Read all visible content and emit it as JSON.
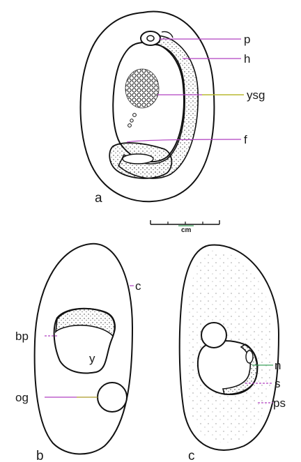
{
  "figure": {
    "panel_labels": {
      "a": "a",
      "b": "b",
      "c": "c"
    },
    "scale_bar": {
      "unit_label": "cm"
    },
    "labels": {
      "p": "p",
      "h": "h",
      "ysg": "ysg",
      "f": "f",
      "c": "c",
      "bp": "bp",
      "y": "y",
      "og": "og",
      "n": "n",
      "s": "s",
      "ps": "ps"
    },
    "colors": {
      "ink": "#111111",
      "leader_magenta": "#b040c0",
      "leader_green": "#3aa05a",
      "leader_yellow": "#b8b830"
    }
  }
}
